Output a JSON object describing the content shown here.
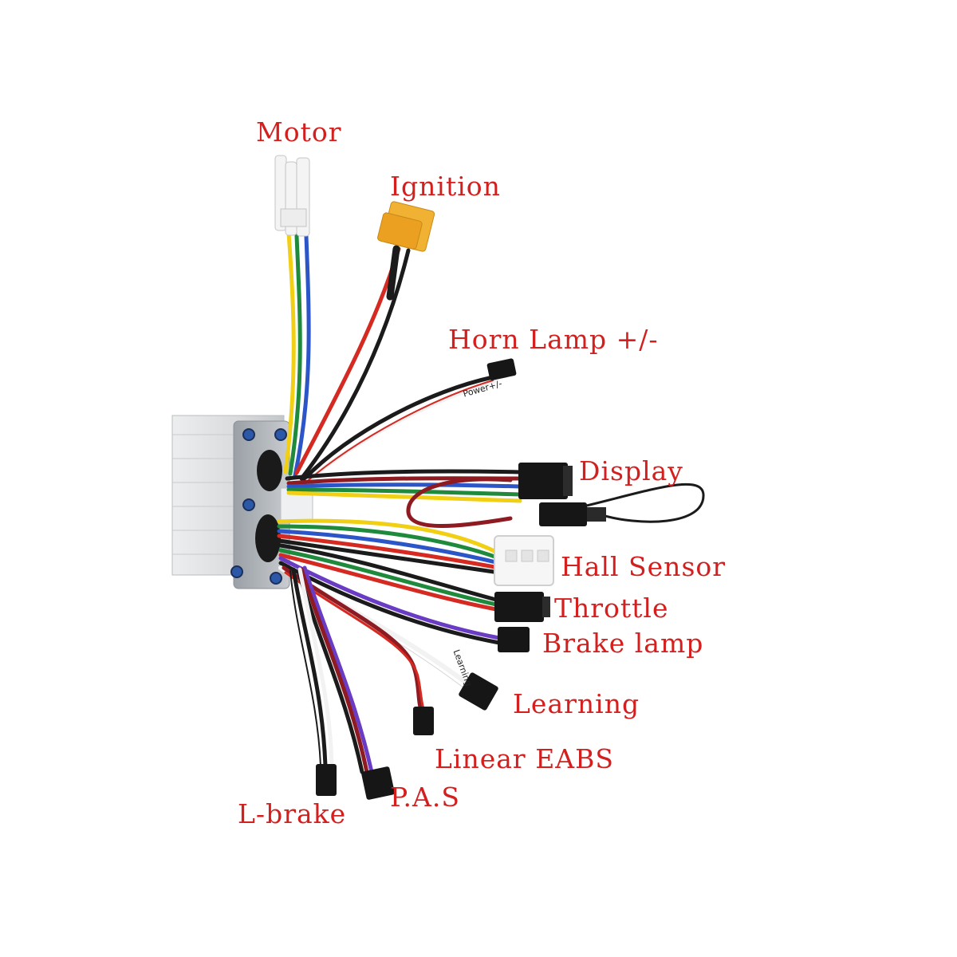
{
  "colors": {
    "label": "#d41f1f",
    "housing": "#d9dbdd",
    "wire_red": "#d42a22",
    "wire_black": "#1b1b1b",
    "wire_green": "#1f8a3c",
    "wire_blue": "#2c55c8",
    "wire_yellow": "#f0cf14",
    "wire_white": "#f2f2f2",
    "wire_purple": "#6a3cc4",
    "wire_darkred": "#8e1a22",
    "connector_yellow": "#f1b233",
    "connector_black": "#161616"
  },
  "labels": {
    "motor": "Motor",
    "ignition": "Ignition",
    "horn_lamp": "Horn Lamp +/-",
    "display": "Display",
    "hall_sensor": "Hall Sensor",
    "throttle": "Throttle",
    "brake_lamp": "Brake lamp",
    "learning": "Learning",
    "linear_eabs": "Linear EABS",
    "pas": "P.A.S",
    "l_brake": "L-brake"
  },
  "wire_tags": {
    "power": "Power+/-",
    "learning": "Learning"
  }
}
